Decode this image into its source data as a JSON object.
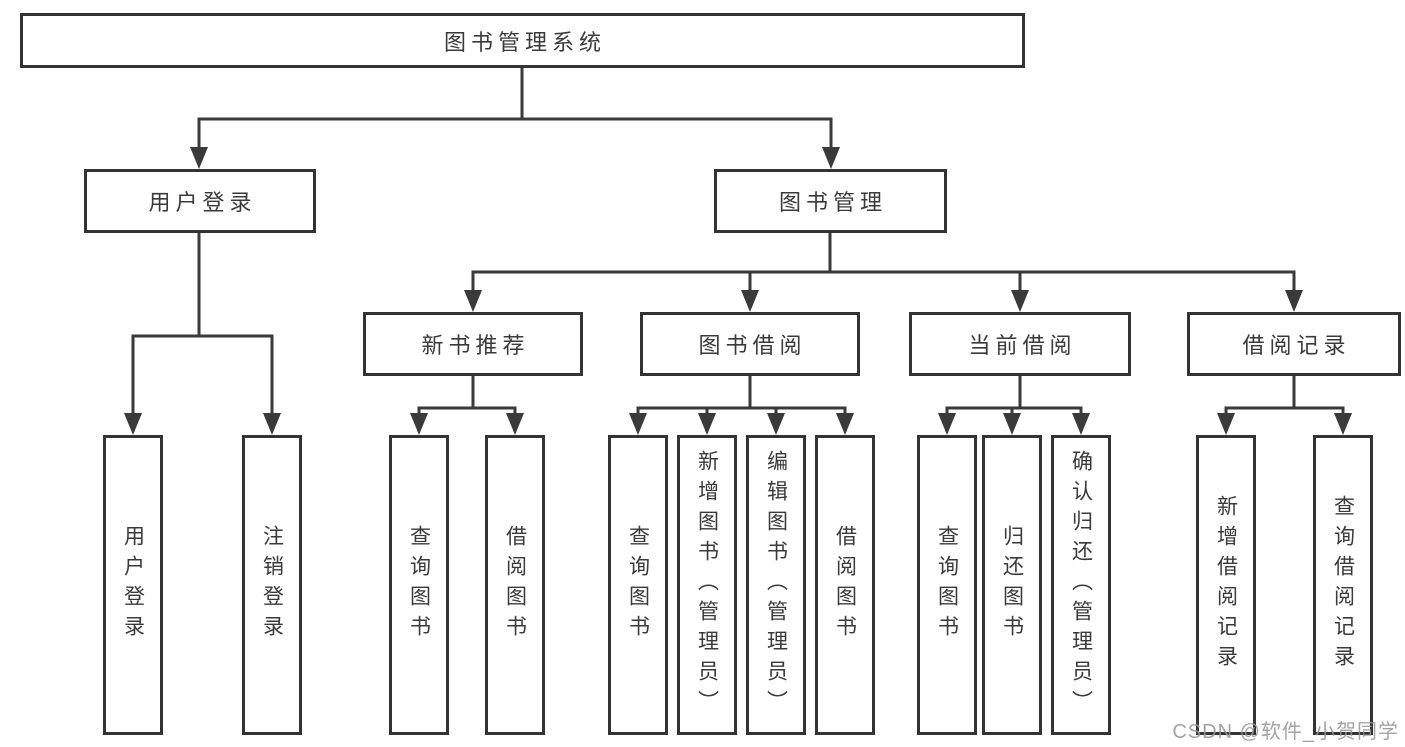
{
  "tree": {
    "label": "图书管理系统",
    "children": [
      {
        "label": "用户登录",
        "children": [
          {
            "label": "用户登录"
          },
          {
            "label": "注销登录"
          }
        ]
      },
      {
        "label": "图书管理",
        "children": [
          {
            "label": "新书推荐",
            "children": [
              {
                "label": "查询图书"
              },
              {
                "label": "借阅图书"
              }
            ]
          },
          {
            "label": "图书借阅",
            "children": [
              {
                "label": "查询图书"
              },
              {
                "label": "新增图书（管理员）"
              },
              {
                "label": "编辑图书（管理员）"
              },
              {
                "label": "借阅图书"
              }
            ]
          },
          {
            "label": "当前借阅",
            "children": [
              {
                "label": "查询图书"
              },
              {
                "label": "归还图书"
              },
              {
                "label": "确认归还（管理员）"
              }
            ]
          },
          {
            "label": "借阅记录",
            "children": [
              {
                "label": "新增借阅记录"
              },
              {
                "label": "查询借阅记录"
              }
            ]
          }
        ]
      }
    ]
  },
  "watermark": {
    "text": "CSDN @软件_小贺同学"
  },
  "colors": {
    "line": "#3a3a3a",
    "border": "#333333",
    "text": "#3a3a3a",
    "background": "#ffffff",
    "watermark": "#969696"
  }
}
